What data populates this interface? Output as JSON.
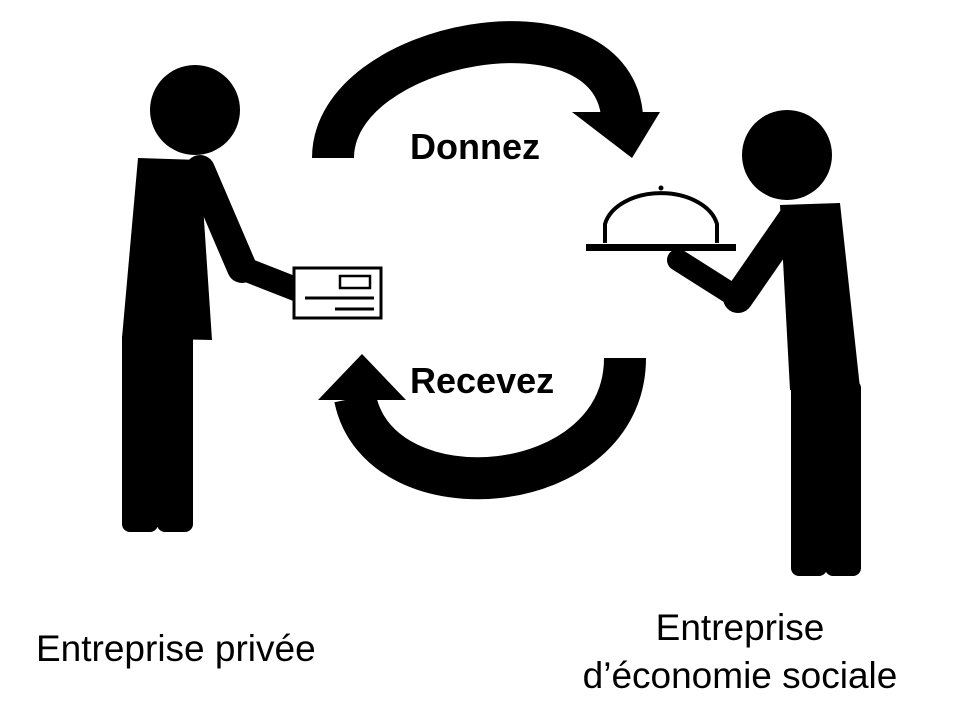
{
  "diagram": {
    "arrows": {
      "give_label": "Donnez",
      "receive_label": "Recevez"
    },
    "parties": {
      "left_label": "Entreprise privée",
      "right_label_line1": "Entreprise",
      "right_label_line2": "d’économie sociale"
    },
    "icons": {
      "left_figure": "person-icon",
      "right_figure": "person-icon",
      "item_given": "cheque-icon",
      "item_received": "serving-cloche-icon"
    },
    "colors": {
      "figure": "#000000",
      "background": "#ffffff"
    }
  }
}
